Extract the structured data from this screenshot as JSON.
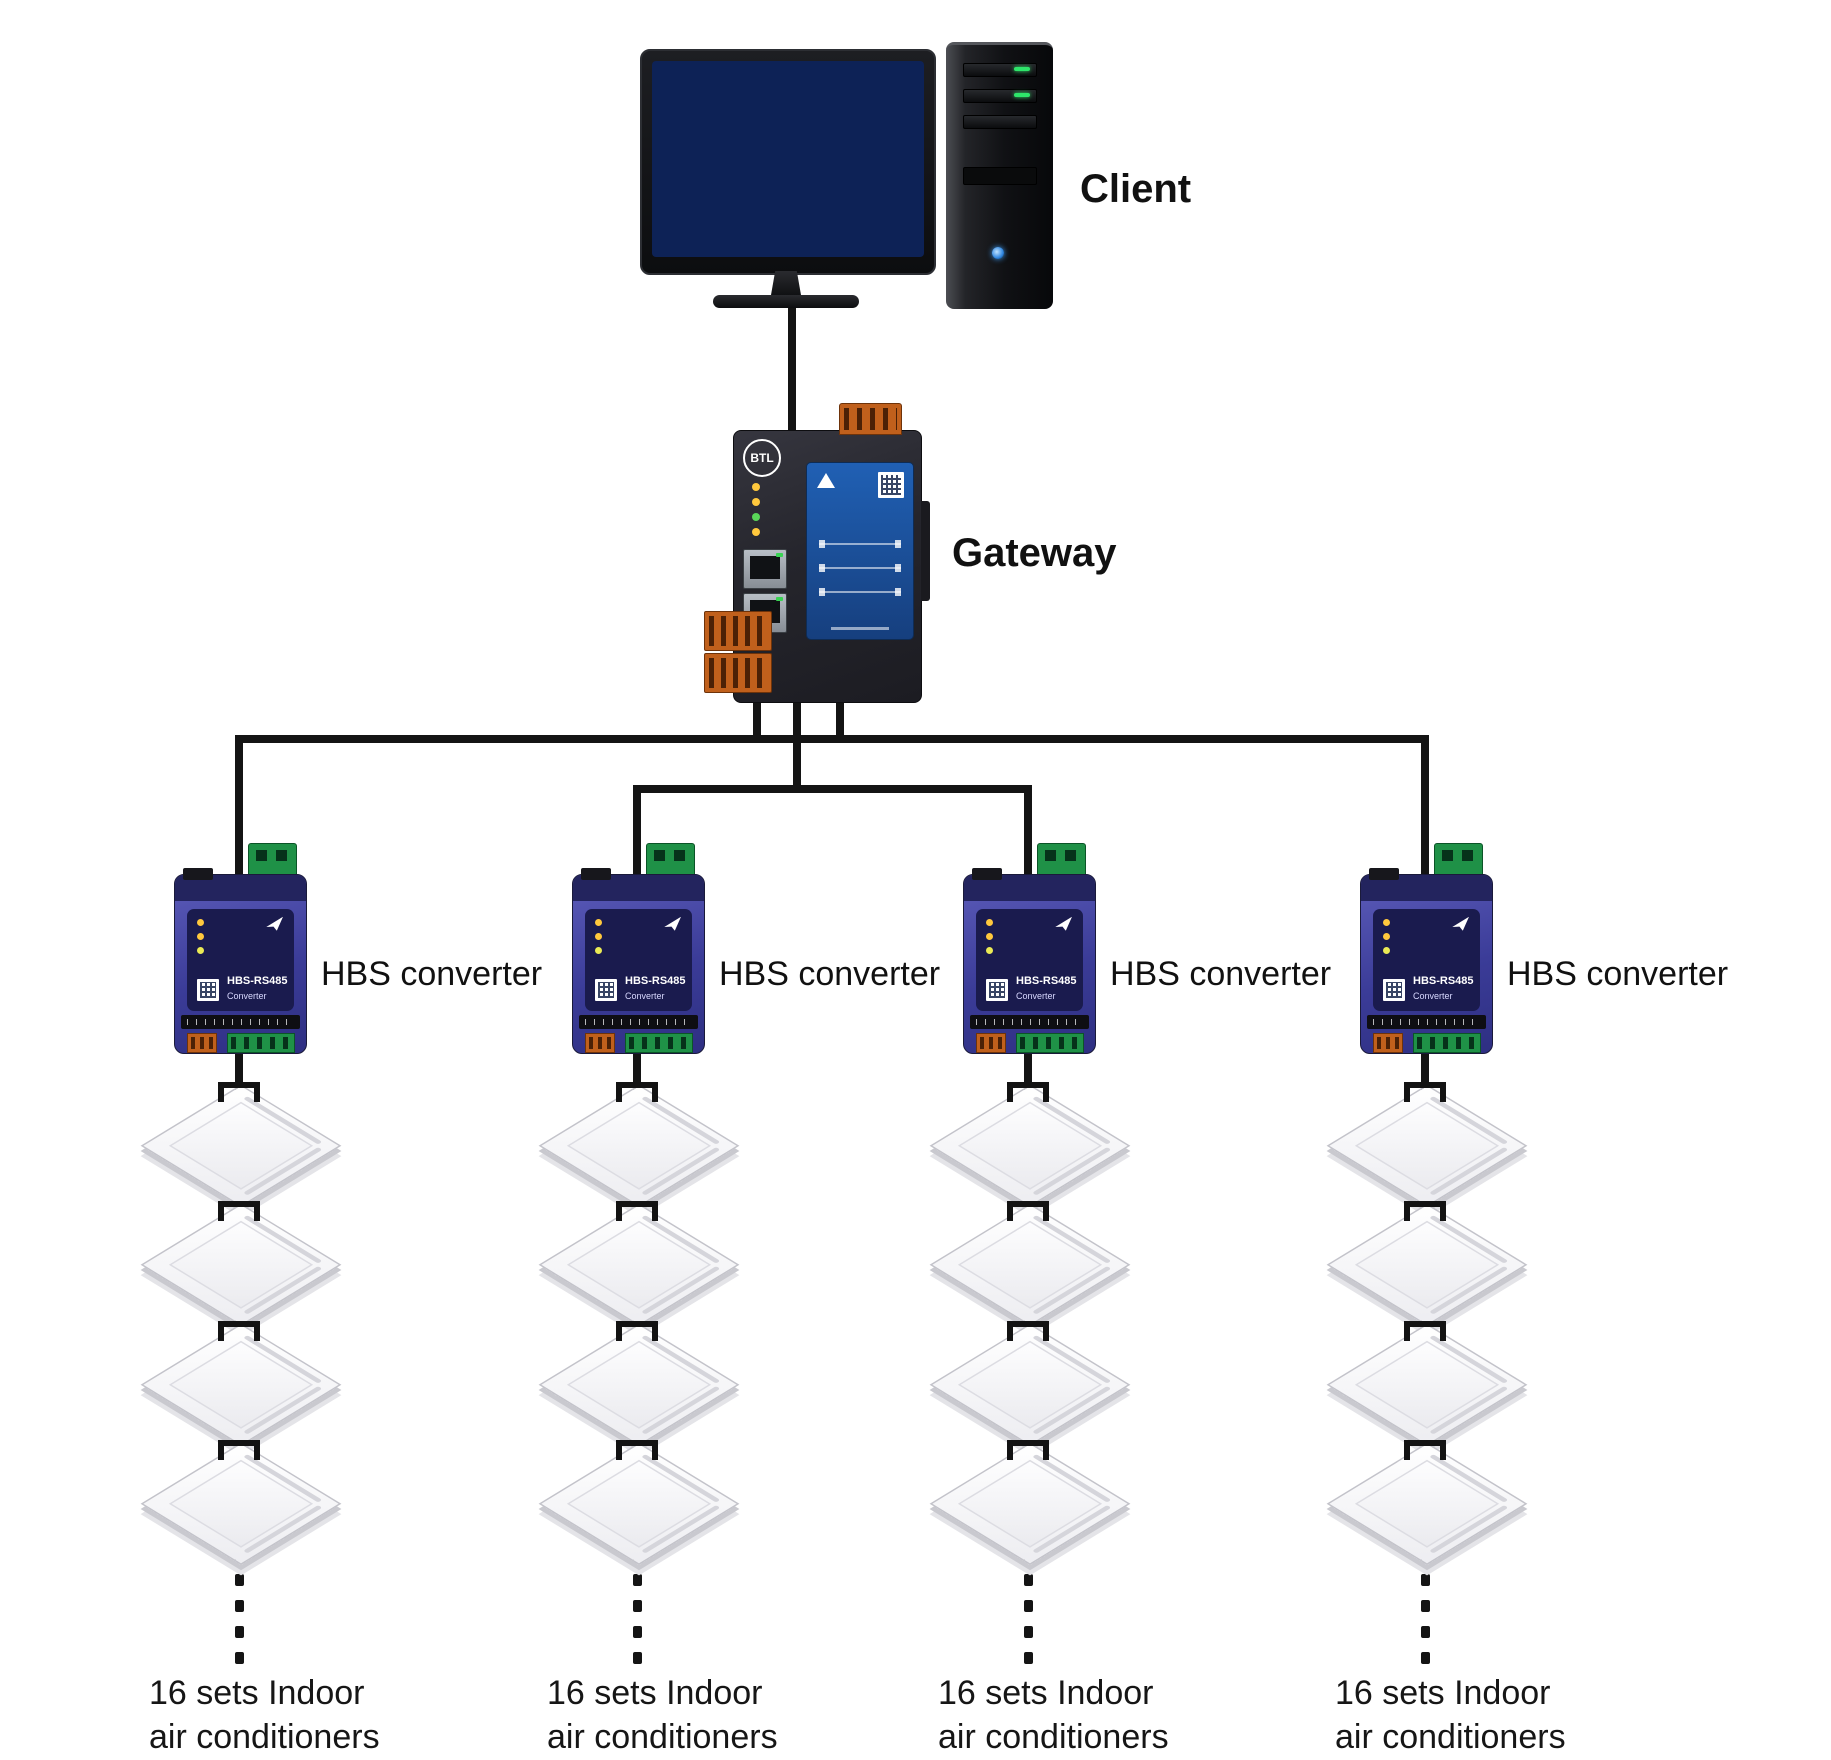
{
  "client": {
    "label": "Client"
  },
  "gateway": {
    "label": "Gateway",
    "logo": "BTL"
  },
  "converter_device": {
    "model": "HBS-RS485",
    "type_label": "Converter"
  },
  "columns": [
    {
      "converter_label": "HBS converter",
      "caption_line1": "16 sets Indoor",
      "caption_line2": "air conditioners"
    },
    {
      "converter_label": "HBS converter",
      "caption_line1": "16 sets Indoor",
      "caption_line2": "air conditioners"
    },
    {
      "converter_label": "HBS converter",
      "caption_line1": "16 sets Indoor",
      "caption_line2": "air conditioners"
    },
    {
      "converter_label": "HBS converter",
      "caption_line1": "16 sets Indoor",
      "caption_line2": "air conditioners"
    }
  ],
  "colors": {
    "line": "#141414",
    "converter_body": "#3b3c98",
    "gateway_body": "#25252c",
    "terminal_orange": "#c0601c",
    "terminal_green": "#1f9147",
    "gateway_panel_blue": "#1c559f",
    "screen_blue": "#123067"
  }
}
